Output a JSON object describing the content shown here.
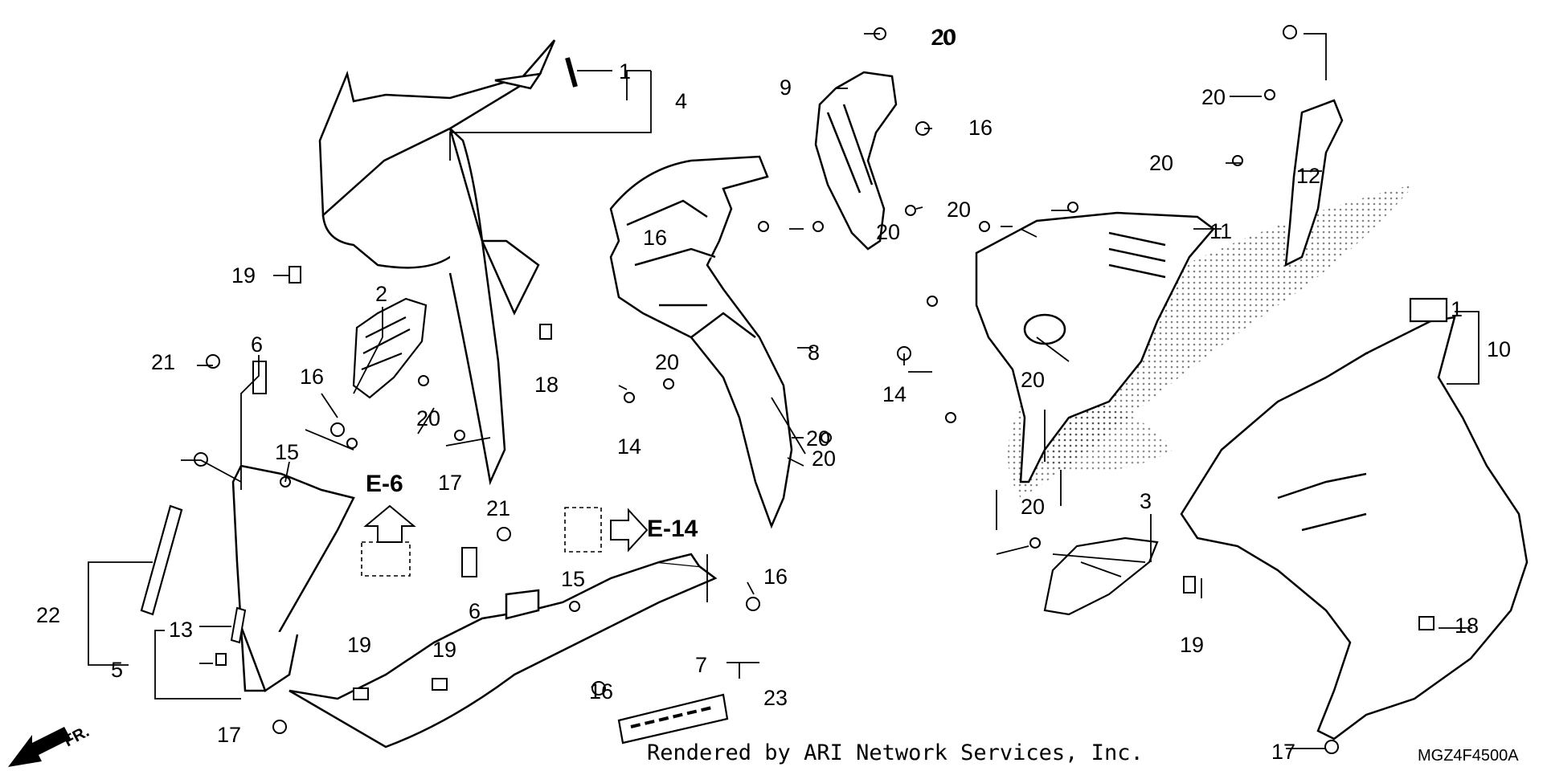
{
  "labels": [
    "1",
    "4",
    "2",
    "19",
    "21",
    "6",
    "16",
    "20",
    "17",
    "15",
    "E-6",
    "22",
    "13",
    "5",
    "20",
    "14",
    "8",
    "18",
    "21",
    "6",
    "15",
    "16",
    "7",
    "E-14",
    "23",
    "19",
    "19",
    "16",
    "17",
    "9",
    "20",
    "16",
    "20",
    "20",
    "20",
    "11",
    "20",
    "20",
    "14",
    "20",
    "20",
    "3",
    "19",
    "16",
    "20",
    "20",
    "12",
    "1",
    "10",
    "18",
    "17"
  ],
  "footer": "Rendered by ARI Network Services, Inc.",
  "code": "MGZ4F4500A",
  "front_marker": "FR."
}
